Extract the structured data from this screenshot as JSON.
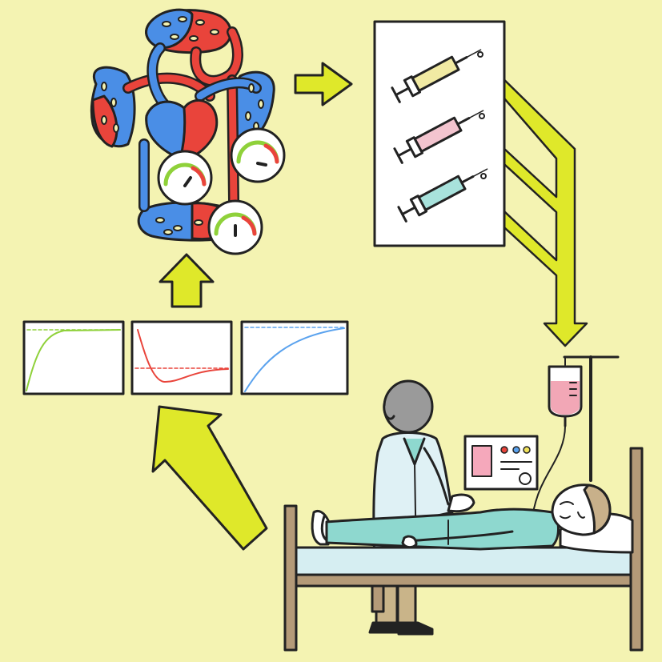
{
  "colors": {
    "background": "#f4f3b2",
    "outline": "#222222",
    "arrow_fill": "#dfe82a",
    "vein_blue": "#4a8ee6",
    "artery_red": "#e9443b",
    "curve_green": "#8fd13a",
    "curve_red": "#e9443b",
    "curve_blue": "#5aa2ee",
    "iv_bag_pink": "#f2a7b6",
    "syringe_yellow": "#f1eaa3",
    "syringe_pink": "#f3c4cf",
    "syringe_teal": "#a8e2dc",
    "bed_frame": "#b49a78",
    "bed_mattress": "#d6eef2",
    "patient_gown": "#8ed8cf",
    "doctor_coat": "#dff1f5",
    "doctor_pants": "#c9b489",
    "hair": "#c8b08a",
    "skin": "#ffffff",
    "monitor_screen": "#f5a8bb"
  },
  "illustration": {
    "heart_circulation": {
      "icon": "circulation-diagram",
      "gauges": 3
    },
    "drug_panel": {
      "syringes": [
        "yellow",
        "pink",
        "teal"
      ]
    },
    "response_curves": [
      "rise-to-plateau",
      "dip-and-recover",
      "gradual-rise"
    ],
    "flow": [
      "patient-data",
      "response-curves",
      "circulation-model",
      "drug-selection",
      "iv-infusion"
    ]
  }
}
